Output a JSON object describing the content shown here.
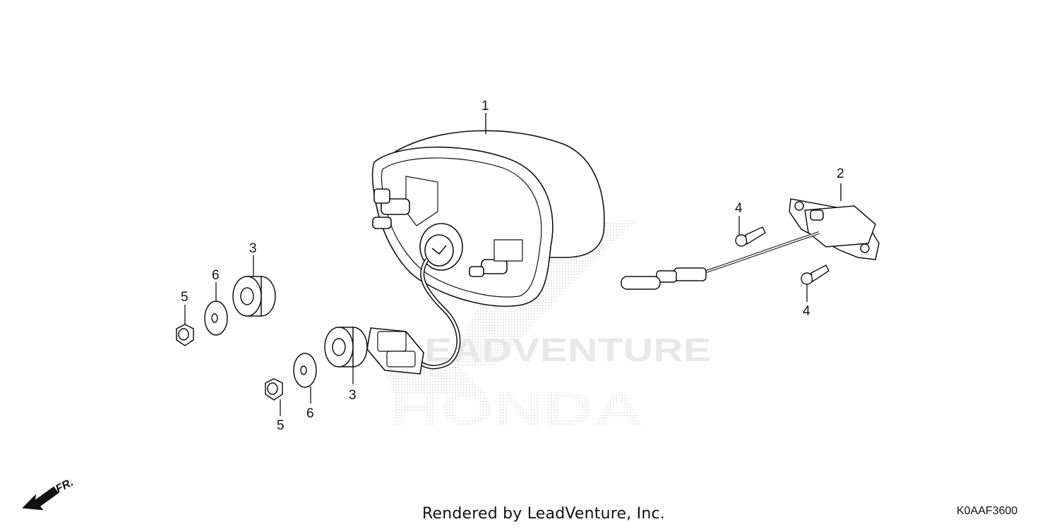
{
  "diagram": {
    "watermark": {
      "word1": "LEADVENTURE",
      "word2": "HONDA"
    },
    "callouts": {
      "p1": "1",
      "p2": "2",
      "p3a": "3",
      "p3b": "3",
      "p4a": "4",
      "p4b": "4",
      "p5a": "5",
      "p5b": "5",
      "p6a": "6",
      "p6b": "6"
    },
    "front_arrow_label": "FR.",
    "footer": {
      "credit": "Rendered by LeadVenture, Inc.",
      "code": "K0AAF3600"
    }
  }
}
